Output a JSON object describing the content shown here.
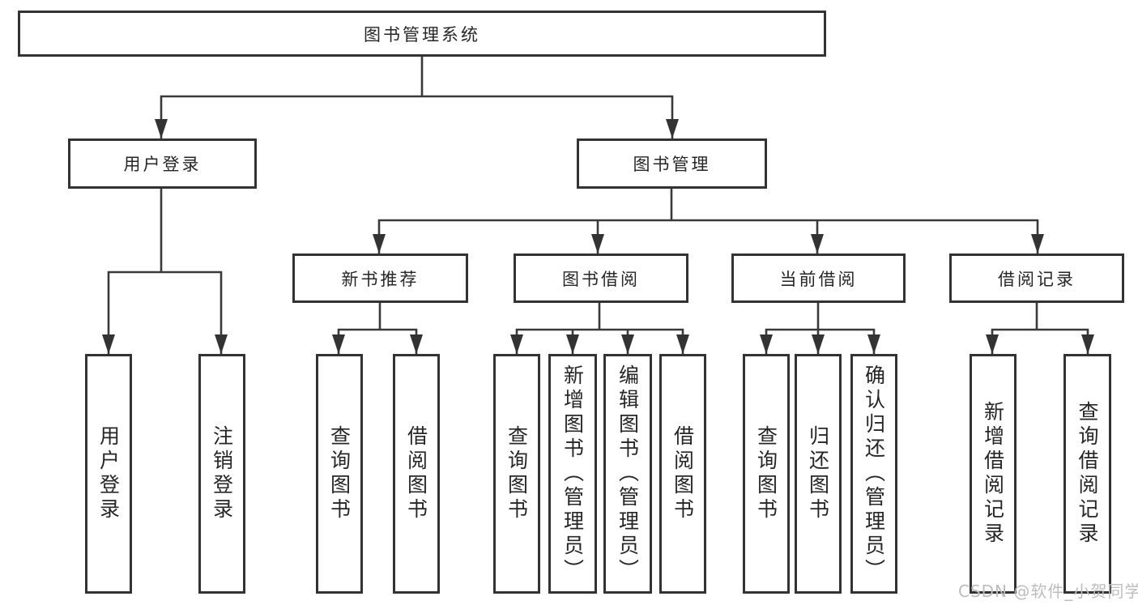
{
  "diagram": {
    "root": {
      "label": "图书管理系统"
    },
    "branches": [
      {
        "label": "用户登录",
        "leaves": [
          {
            "label": "用户登录"
          },
          {
            "label": "注销登录"
          }
        ]
      },
      {
        "label": "图书管理",
        "groups": [
          {
            "label": "新书推荐",
            "leaves": [
              {
                "label": "查询图书"
              },
              {
                "label": "借阅图书"
              }
            ]
          },
          {
            "label": "图书借阅",
            "leaves": [
              {
                "label": "查询图书"
              },
              {
                "label": "新增图书（管理员）"
              },
              {
                "label": "编辑图书（管理员）"
              },
              {
                "label": "借阅图书"
              }
            ]
          },
          {
            "label": "当前借阅",
            "leaves": [
              {
                "label": "查询图书"
              },
              {
                "label": "归还图书"
              },
              {
                "label": "确认归还（管理员）"
              }
            ]
          },
          {
            "label": "借阅记录",
            "leaves": [
              {
                "label": "新增借阅记录"
              },
              {
                "label": "查询借阅记录"
              }
            ]
          }
        ]
      }
    ]
  },
  "watermark": {
    "text": "CSDN @软件_小贺同学"
  },
  "colors": {
    "line": "#3a3a3a",
    "box_border": "#333333",
    "text": "#262626",
    "watermark": "#bdbdbd",
    "background": "#ffffff"
  }
}
